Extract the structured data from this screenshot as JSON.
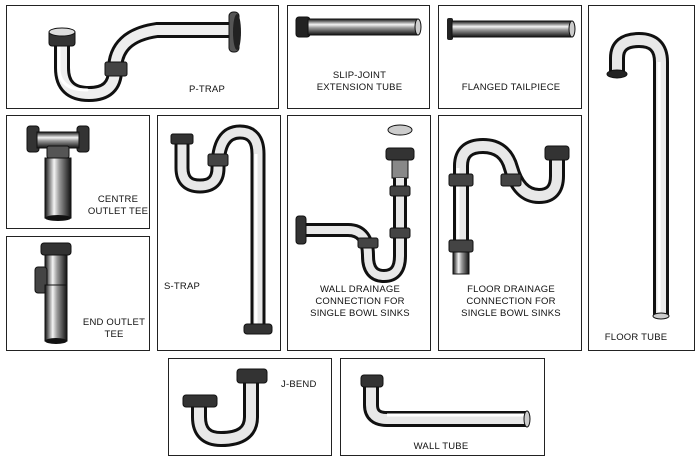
{
  "panels": {
    "p_trap": {
      "label": "P-TRAP"
    },
    "slip_joint": {
      "line1": "SLIP-JOINT",
      "line2": "EXTENSION TUBE"
    },
    "flanged_tailpiece": {
      "label": "FLANGED TAILPIECE"
    },
    "floor_tube": {
      "label": "FLOOR TUBE"
    },
    "centre_outlet_tee": {
      "line1": "CENTRE",
      "line2": "OUTLET TEE"
    },
    "s_trap": {
      "label": "S-TRAP"
    },
    "wall_drainage": {
      "line1": "WALL DRAINAGE",
      "line2": "CONNECTION FOR",
      "line3": "SINGLE BOWL SINKS"
    },
    "floor_drainage": {
      "line1": "FLOOR DRAINAGE",
      "line2": "CONNECTION FOR",
      "line3": "SINGLE BOWL SINKS"
    },
    "end_outlet_tee": {
      "line1": "END OUTLET",
      "line2": "TEE"
    },
    "j_bend": {
      "label": "J-BEND"
    },
    "wall_tube": {
      "label": "WALL TUBE"
    }
  }
}
